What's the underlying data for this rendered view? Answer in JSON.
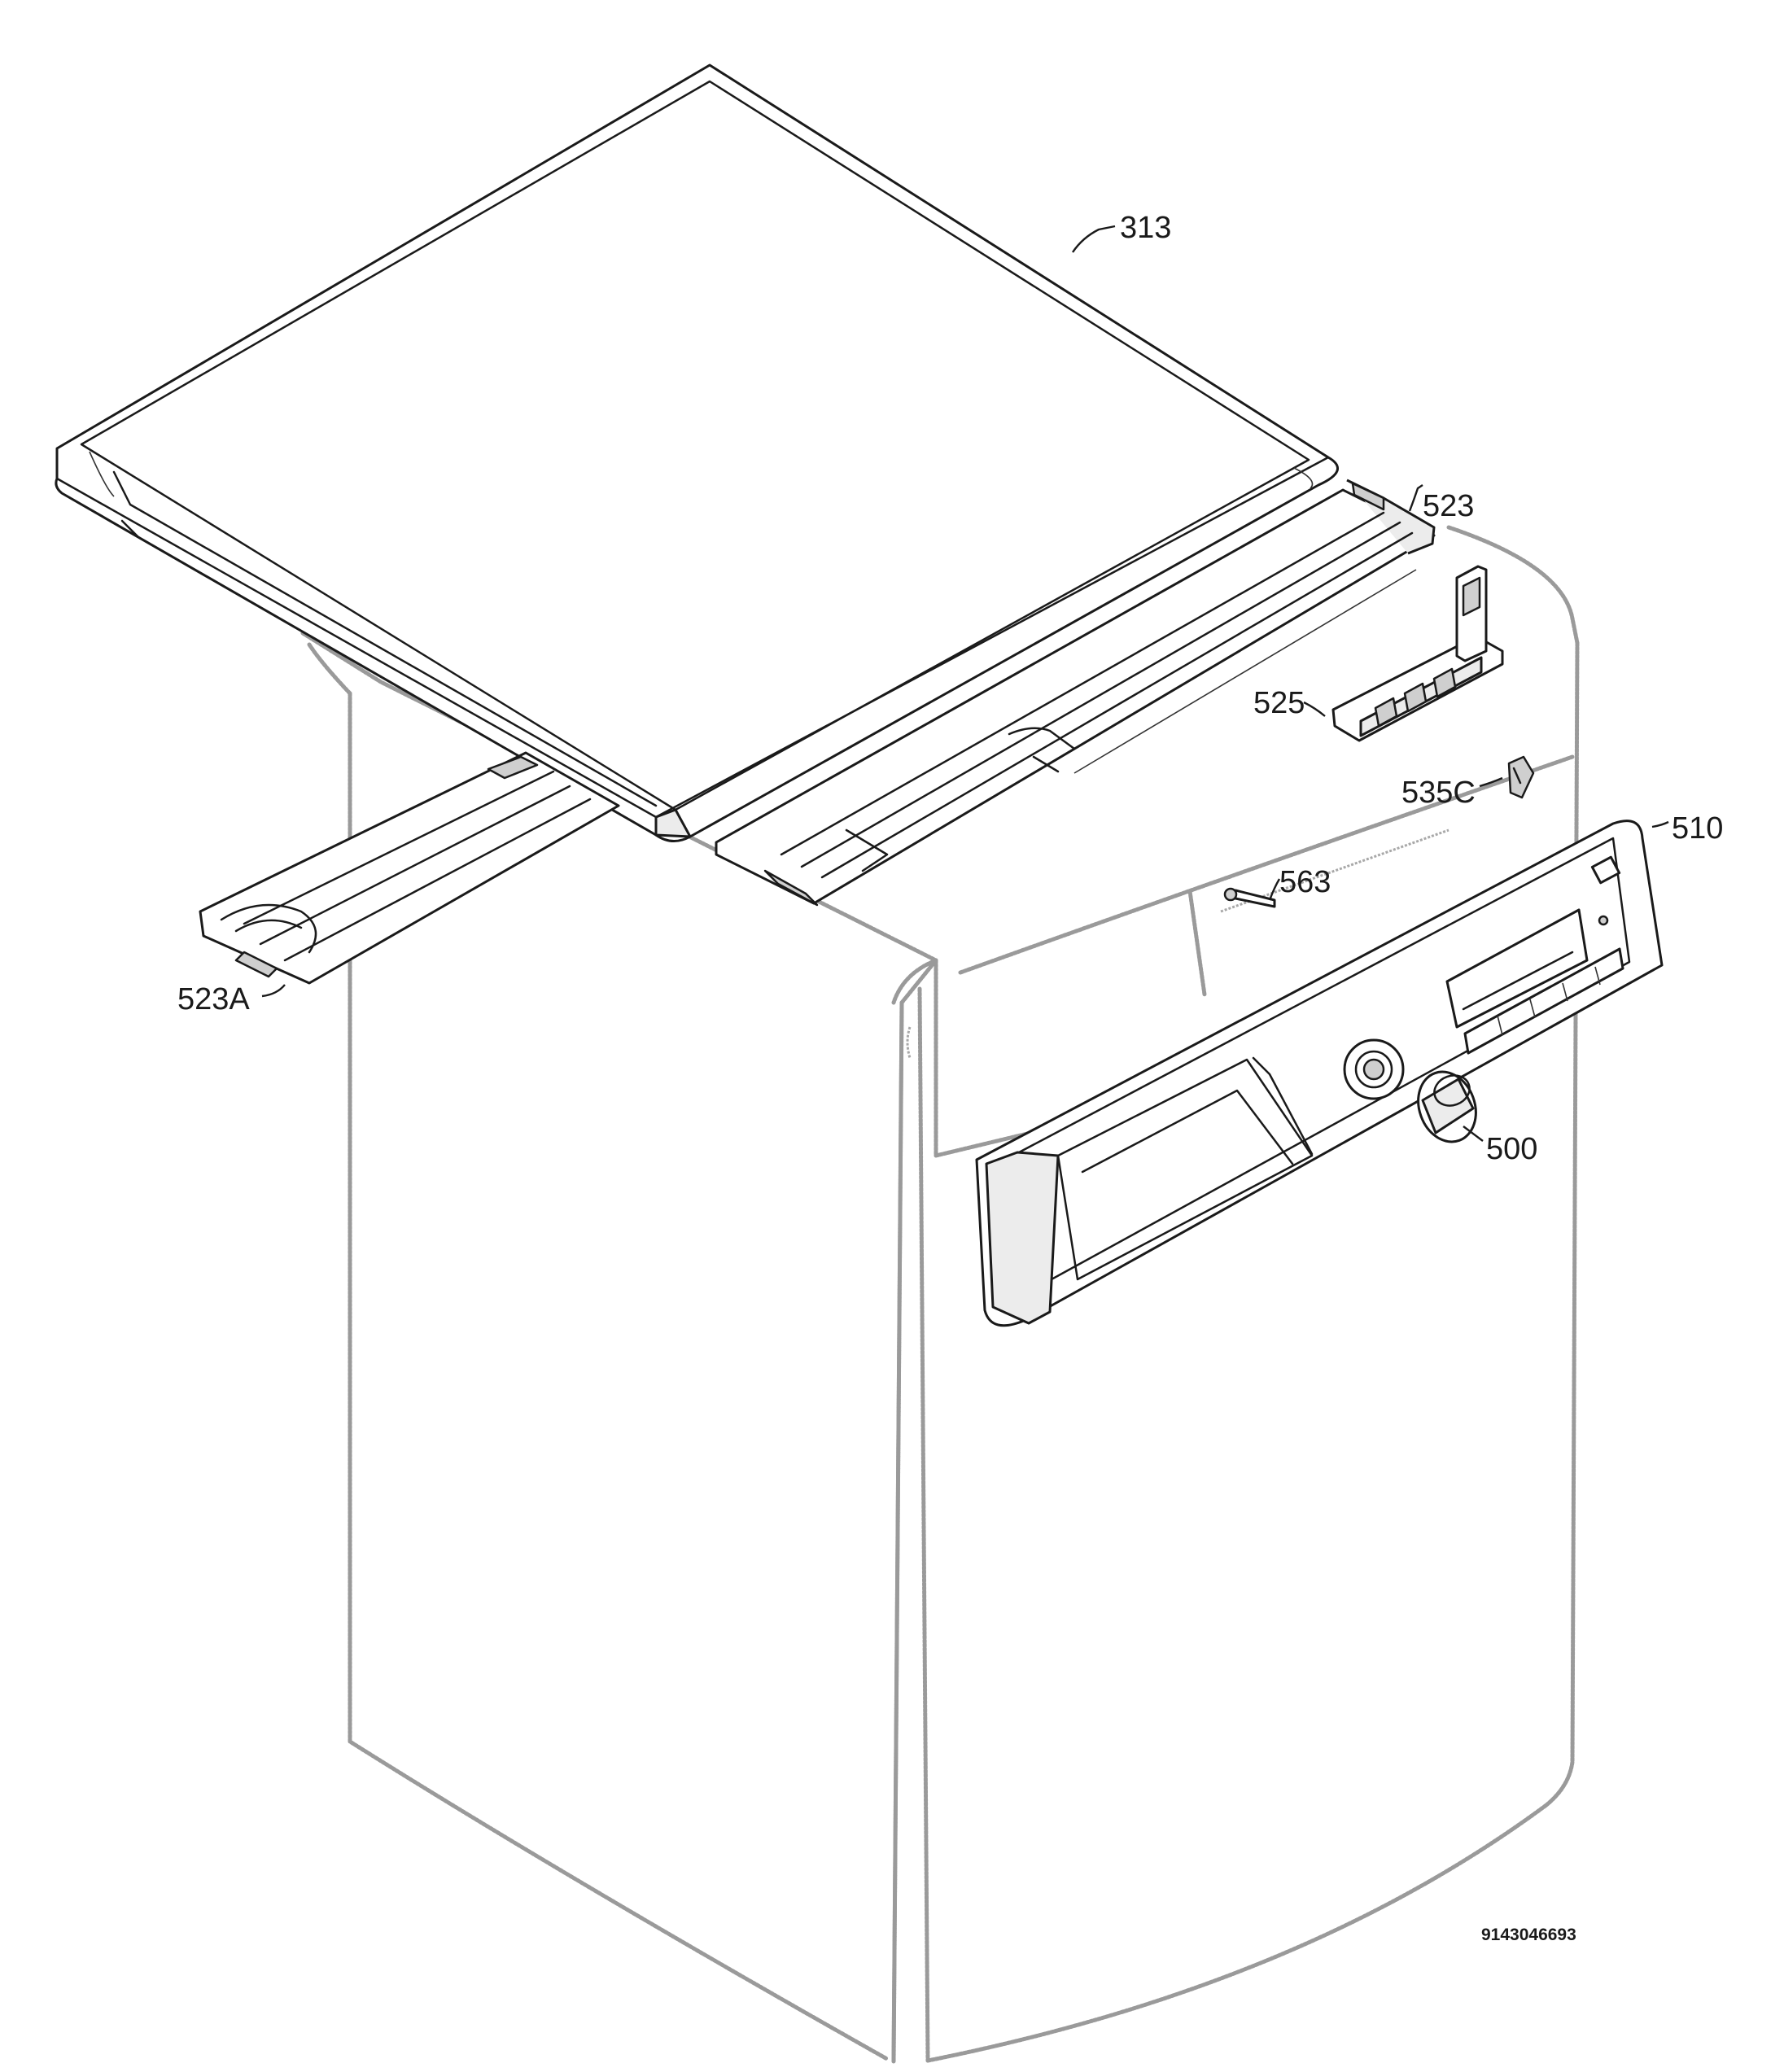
{
  "callouts": {
    "c313": "313",
    "c523": "523",
    "c523A": "523A",
    "c525": "525",
    "c535C": "535C",
    "c510": "510",
    "c563": "563",
    "c500": "500"
  },
  "document_number": "9143046693"
}
